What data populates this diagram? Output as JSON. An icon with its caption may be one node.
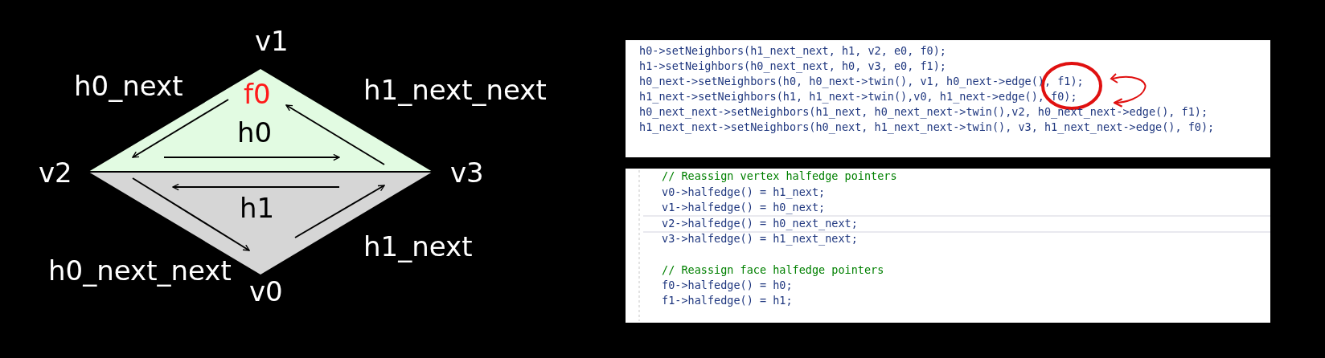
{
  "diagram": {
    "labels": [
      "v1",
      "h0_next",
      "f0",
      "h1_next_next",
      "h0",
      "v2",
      "v3",
      "h1",
      "h1_next",
      "h0_next_next",
      "v0",
      "h0->setNeighbors(h1_next_next, h1, v2, e0, f0);",
      "h1->setNeighbors(h0_next_next, h0, v3, e0, f1);",
      "h0_next->setNeighbors(h0, h0_next->twin(), v1, h0_next->edge(), f1);",
      "h1_next->setNeighbors(h1, h1_next->twin(),v0, h1_next->edge(), f0);",
      "h0_next_next->setNeighbors(h1_next, h0_next_next->twin(),v2, h0_next_next->edge(), f1);",
      "h1_next_next->setNeighbors(h0_next, h1_next_next->twin(), v3, h1_next_next->edge(), f0);",
      "// Reassign vertex halfedge pointers",
      "v0->halfedge() = h1_next;",
      "v1->halfedge() = h0_next;",
      "v2->halfedge() = h0_next_next;",
      "v3->halfedge() = h1_next_next;",
      "// Reassign face halfedge pointers",
      "f0->halfedge() = h0;",
      "f1->halfedge() = h1;"
    ]
  }
}
